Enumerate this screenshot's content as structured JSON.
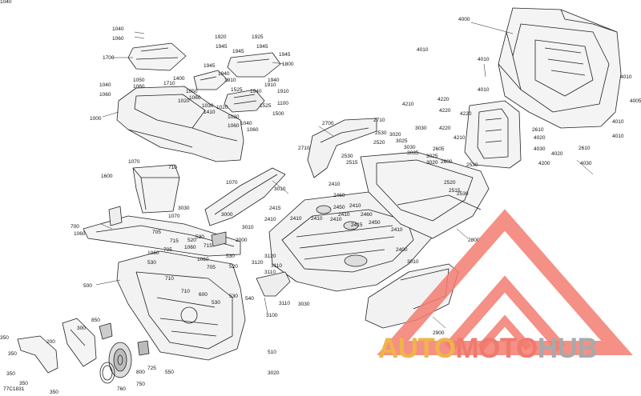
{
  "diagram": {
    "reference_code": "77C1831",
    "callouts": [
      {
        "id": "c4000",
        "text": "4000"
      },
      {
        "id": "c4010a",
        "text": "4010"
      },
      {
        "id": "c4010b",
        "text": "4010"
      },
      {
        "id": "c4010c",
        "text": "4010"
      },
      {
        "id": "c4010d",
        "text": "4010"
      },
      {
        "id": "c4010e",
        "text": "4010"
      },
      {
        "id": "c4010f",
        "text": "4010"
      },
      {
        "id": "c4005",
        "text": "4005"
      },
      {
        "id": "c4200",
        "text": "4200"
      },
      {
        "id": "c4020a",
        "text": "4020"
      },
      {
        "id": "c4020b",
        "text": "4020"
      },
      {
        "id": "c4030a",
        "text": "4030"
      },
      {
        "id": "c4030b",
        "text": "4030"
      },
      {
        "id": "c2610a",
        "text": "2610"
      },
      {
        "id": "c2610b",
        "text": "2610"
      },
      {
        "id": "c4210a",
        "text": "4210"
      },
      {
        "id": "c4210b",
        "text": "4210"
      },
      {
        "id": "c4220a",
        "text": "4220"
      },
      {
        "id": "c4220b",
        "text": "4220"
      },
      {
        "id": "c4220c",
        "text": "4220"
      },
      {
        "id": "c4220d",
        "text": "4220"
      },
      {
        "id": "c1040a",
        "text": "1040"
      },
      {
        "id": "c1060a",
        "text": "1060"
      },
      {
        "id": "c1920",
        "text": "1920"
      },
      {
        "id": "c1925",
        "text": "1925"
      },
      {
        "id": "c1945a",
        "text": "1945"
      },
      {
        "id": "c1945b",
        "text": "1945"
      },
      {
        "id": "c1945c",
        "text": "1945"
      },
      {
        "id": "c1945d",
        "text": "1945"
      },
      {
        "id": "c1945e",
        "text": "1945"
      },
      {
        "id": "c1700",
        "text": "1700"
      },
      {
        "id": "c1800",
        "text": "1800"
      },
      {
        "id": "c1940a",
        "text": "1940"
      },
      {
        "id": "c1940b",
        "text": "1940"
      },
      {
        "id": "c1940c",
        "text": "1940"
      },
      {
        "id": "c1910a",
        "text": "1910"
      },
      {
        "id": "c1910b",
        "text": "1910"
      },
      {
        "id": "c1910c",
        "text": "1910"
      },
      {
        "id": "c1525a",
        "text": "1525"
      },
      {
        "id": "c1525b",
        "text": "1525"
      },
      {
        "id": "c1400",
        "text": "1400"
      },
      {
        "id": "c1050a",
        "text": "1050"
      },
      {
        "id": "c1050b",
        "text": "1050"
      },
      {
        "id": "c1060b",
        "text": "1060"
      },
      {
        "id": "c1710",
        "text": "1710"
      },
      {
        "id": "c1040b",
        "text": "1040"
      },
      {
        "id": "c1060c",
        "text": "1060"
      },
      {
        "id": "c1060d",
        "text": "1060"
      },
      {
        "id": "c1020a",
        "text": "1020"
      },
      {
        "id": "c1020b",
        "text": "1020"
      },
      {
        "id": "c1030a",
        "text": "1030"
      },
      {
        "id": "c1030b",
        "text": "1030"
      },
      {
        "id": "c1410",
        "text": "1410"
      },
      {
        "id": "c1500",
        "text": "1500"
      },
      {
        "id": "c1100",
        "text": "1100"
      },
      {
        "id": "c1040c",
        "text": "1040"
      },
      {
        "id": "c1060e",
        "text": "1060"
      },
      {
        "id": "c1060f",
        "text": "1060"
      },
      {
        "id": "c1000",
        "text": "1000"
      },
      {
        "id": "c1070a",
        "text": "1070"
      },
      {
        "id": "c1070b",
        "text": "1070"
      },
      {
        "id": "c710a",
        "text": "710"
      },
      {
        "id": "c1600",
        "text": "1600"
      },
      {
        "id": "c2700",
        "text": "2700"
      },
      {
        "id": "c2710a",
        "text": "2710"
      },
      {
        "id": "c2710b",
        "text": "2710"
      },
      {
        "id": "c2530a",
        "text": "2530"
      },
      {
        "id": "c2530b",
        "text": "2530"
      },
      {
        "id": "c2530c",
        "text": "2530"
      },
      {
        "id": "c2530d",
        "text": "2530"
      },
      {
        "id": "c2520a",
        "text": "2520"
      },
      {
        "id": "c2520b",
        "text": "2520"
      },
      {
        "id": "c2515a",
        "text": "2515"
      },
      {
        "id": "c2515b",
        "text": "2515"
      },
      {
        "id": "c3020",
        "text": "3020"
      },
      {
        "id": "c3025a",
        "text": "3025"
      },
      {
        "id": "c3025b",
        "text": "3025"
      },
      {
        "id": "c3030a",
        "text": "3030"
      },
      {
        "id": "c3030b",
        "text": "3030"
      },
      {
        "id": "c3035",
        "text": "3035"
      },
      {
        "id": "c2605",
        "text": "2605"
      },
      {
        "id": "c2600",
        "text": "2600"
      },
      {
        "id": "c3020b",
        "text": "3020"
      },
      {
        "id": "c2410a",
        "text": "2410"
      },
      {
        "id": "c2410b",
        "text": "2410"
      },
      {
        "id": "c2410c",
        "text": "2410"
      },
      {
        "id": "c2410d",
        "text": "2410"
      },
      {
        "id": "c2410e",
        "text": "2410"
      },
      {
        "id": "c2410f",
        "text": "2410"
      },
      {
        "id": "c2410g",
        "text": "2410"
      },
      {
        "id": "c2410h",
        "text": "2410"
      },
      {
        "id": "c2460a",
        "text": "2460"
      },
      {
        "id": "c2460b",
        "text": "2460"
      },
      {
        "id": "c2450a",
        "text": "2450"
      },
      {
        "id": "c2450b",
        "text": "2450"
      },
      {
        "id": "c2415a",
        "text": "2415"
      },
      {
        "id": "c2415b",
        "text": "2415"
      },
      {
        "id": "c2400",
        "text": "2400"
      },
      {
        "id": "c2800",
        "text": "2800"
      },
      {
        "id": "c3000",
        "text": "3000"
      },
      {
        "id": "c3010a",
        "text": "3010"
      },
      {
        "id": "c3010b",
        "text": "3010"
      },
      {
        "id": "c3010c",
        "text": "3010"
      },
      {
        "id": "c3030c",
        "text": "3030"
      },
      {
        "id": "c3030d",
        "text": "3030"
      },
      {
        "id": "c1070c",
        "text": "1070"
      },
      {
        "id": "c700",
        "text": "700"
      },
      {
        "id": "c705a",
        "text": "705"
      },
      {
        "id": "c705b",
        "text": "705"
      },
      {
        "id": "c705c",
        "text": "705"
      },
      {
        "id": "c715a",
        "text": "715"
      },
      {
        "id": "c715b",
        "text": "715"
      },
      {
        "id": "c520a",
        "text": "520"
      },
      {
        "id": "c520b",
        "text": "520"
      },
      {
        "id": "c530a",
        "text": "530"
      },
      {
        "id": "c530b",
        "text": "530"
      },
      {
        "id": "c530c",
        "text": "530"
      },
      {
        "id": "c530d",
        "text": "530"
      },
      {
        "id": "c530e",
        "text": "530"
      },
      {
        "id": "c2000",
        "text": "2000"
      },
      {
        "id": "c1060g",
        "text": "1060"
      },
      {
        "id": "c1060h",
        "text": "1060"
      },
      {
        "id": "c1060i",
        "text": "1060"
      },
      {
        "id": "c710b",
        "text": "710"
      },
      {
        "id": "c710c",
        "text": "710"
      },
      {
        "id": "c600",
        "text": "600"
      },
      {
        "id": "c500",
        "text": "500"
      },
      {
        "id": "c540",
        "text": "540"
      },
      {
        "id": "c3120a",
        "text": "3120"
      },
      {
        "id": "c3120b",
        "text": "3120"
      },
      {
        "id": "c3110a",
        "text": "3110"
      },
      {
        "id": "c3110b",
        "text": "3110"
      },
      {
        "id": "c3110c",
        "text": "3110"
      },
      {
        "id": "c3100",
        "text": "3100"
      },
      {
        "id": "c2900",
        "text": "2900"
      },
      {
        "id": "c850",
        "text": "850"
      },
      {
        "id": "c300",
        "text": "300"
      },
      {
        "id": "c200",
        "text": "200"
      },
      {
        "id": "c350a",
        "text": "350"
      },
      {
        "id": "c350b",
        "text": "350"
      },
      {
        "id": "c350c",
        "text": "350"
      },
      {
        "id": "c350d",
        "text": "350"
      },
      {
        "id": "c350e",
        "text": "350"
      },
      {
        "id": "c725",
        "text": "725"
      },
      {
        "id": "c750",
        "text": "750"
      },
      {
        "id": "c760",
        "text": "760"
      },
      {
        "id": "c800",
        "text": "800"
      },
      {
        "id": "c550",
        "text": "550"
      },
      {
        "id": "c510",
        "text": "510"
      },
      {
        "id": "c3020c",
        "text": "3020"
      },
      {
        "id": "c1060j",
        "text": "1060"
      },
      {
        "id": "c1040d",
        "text": "1040"
      }
    ]
  },
  "watermark": {
    "part1": "AUTO",
    "part2": "MOTO",
    "part3": "HUB",
    "colors": {
      "red": "#f27d70",
      "orange": "#f0b44a",
      "gray": "#a9a9a9"
    }
  }
}
